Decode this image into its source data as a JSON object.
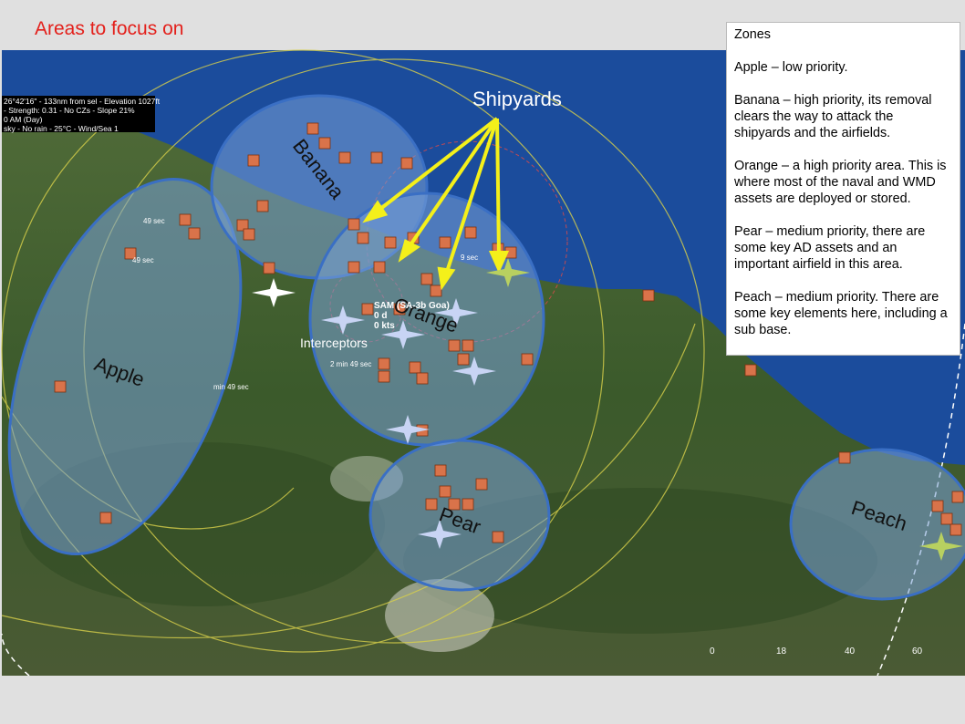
{
  "slide": {
    "title": "Areas to focus on"
  },
  "zones_panel": {
    "heading": "Zones",
    "items": [
      {
        "text": "Apple – low priority."
      },
      {
        "text": "Banana – high priority, its removal clears the way to attack the shipyards and the airfields."
      },
      {
        "text": "Orange – a high priority area. This is where most of the naval and WMD assets are deployed or stored."
      },
      {
        "text": "Pear – medium priority, there are some key AD assets and an important airfield in this area."
      },
      {
        "text": "Peach – medium priority.  There are some key elements here, including a sub base."
      }
    ]
  },
  "map": {
    "info_lines": [
      "26°42'16\" - 133nm from sel - Elevation 1027ft",
      "- Strength: 0.31 - No CZs - Slope 21%",
      "0 AM (Day)",
      "sky - No rain - 25°C - Wind/Sea 1"
    ],
    "zones": [
      {
        "name": "Apple"
      },
      {
        "name": "Banana"
      },
      {
        "name": "Orange"
      },
      {
        "name": "Pear"
      },
      {
        "name": "Peach"
      }
    ],
    "labels": {
      "shipyards": "Shipyards",
      "interceptors": "Interceptors",
      "sam": "SAM (SA-3b Goa)",
      "sam_line2": "0 d",
      "sam_line3": "0 kts",
      "timer_49a": "49 sec",
      "timer_49b": "49 sec",
      "timer_2min_a": "2 min 49 sec",
      "timer_2min_b": "min 49 sec",
      "timer_9": "9 sec"
    },
    "scale_ticks": [
      "0",
      "18",
      "40",
      "60"
    ],
    "colors": {
      "sea": "#1a4a9a",
      "land": "#3d5a2a",
      "zone_fill": "rgba(120,160,215,0.55)",
      "zone_stroke": "#3a6fc4",
      "arrow": "#f4f01a",
      "unit": "#d9734a",
      "title": "#e3201b"
    }
  }
}
